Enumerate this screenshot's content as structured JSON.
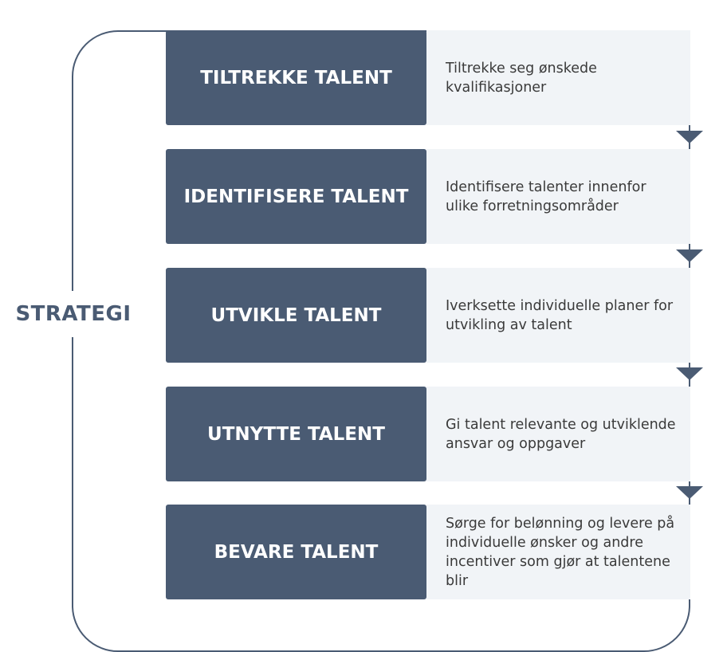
{
  "strategy": "STRATEGI",
  "steps": [
    {
      "title": "TILTREKKE TALENT",
      "description": "Tiltrekke seg ønskede kvalifikasjoner"
    },
    {
      "title": "IDENTIFISERE TALENT",
      "description": "Identifisere talenter innenfor ulike forretningsområder"
    },
    {
      "title": "UTVIKLE TALENT",
      "description": "Iverksette individuelle planer for utvikling av talent"
    },
    {
      "title": "UTNYTTE TALENT",
      "description": "Gi talent relevante og utviklende ansvar og oppgaver"
    },
    {
      "title": "BEVARE TALENT",
      "description": "Sørge for belønning og levere på individuelle ønsker og andre incentiver som gjør at talentene blir"
    }
  ],
  "colors": {
    "box": "#4a5b73",
    "panel": "#f1f4f7",
    "text": "#3a3a3a"
  },
  "icons": [
    "arrow-down-icon",
    "arrow-down-icon",
    "arrow-down-icon",
    "arrow-down-icon"
  ]
}
